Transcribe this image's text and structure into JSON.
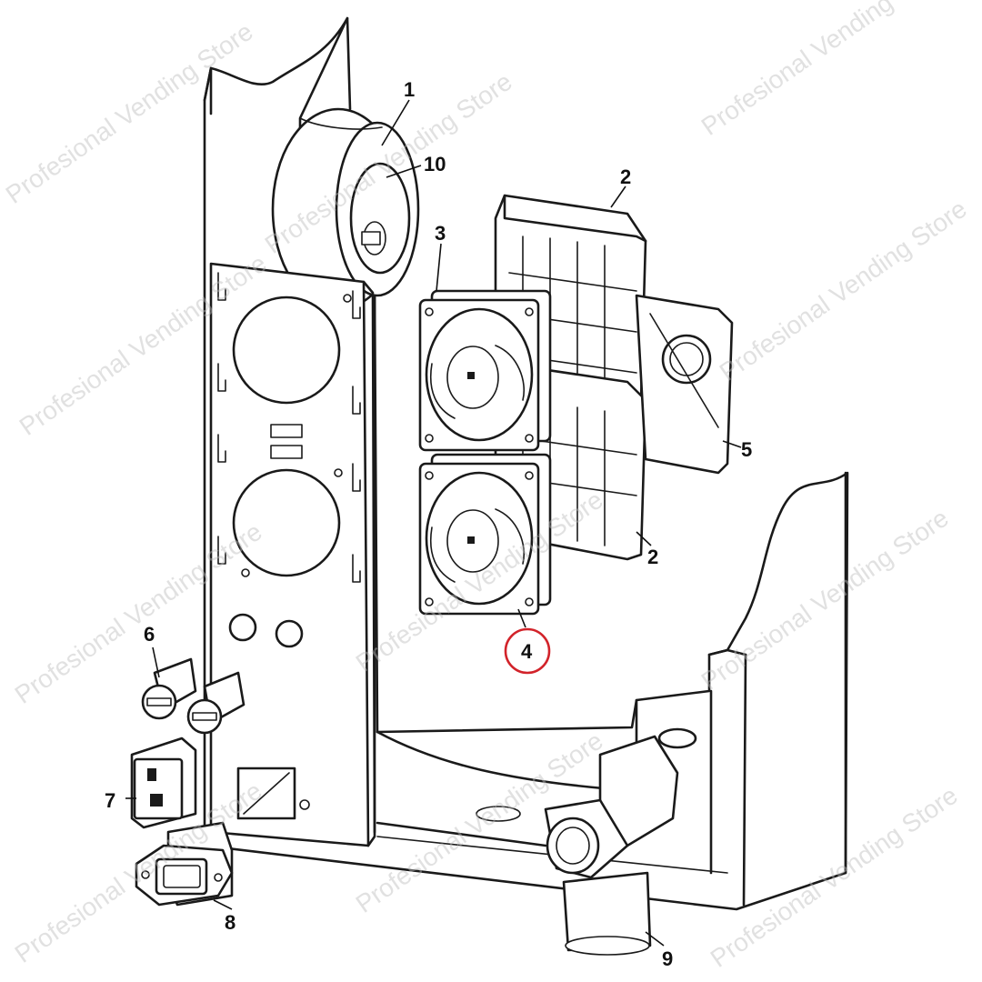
{
  "watermark": {
    "text": "Profesional Vending Store"
  },
  "callouts": [
    {
      "id": "1",
      "label": "1"
    },
    {
      "id": "10",
      "label": "10"
    },
    {
      "id": "2a",
      "label": "2"
    },
    {
      "id": "3",
      "label": "3"
    },
    {
      "id": "5",
      "label": "5"
    },
    {
      "id": "2b",
      "label": "2"
    },
    {
      "id": "4",
      "label": "4",
      "highlighted": true
    },
    {
      "id": "6",
      "label": "6"
    },
    {
      "id": "7",
      "label": "7"
    },
    {
      "id": "8",
      "label": "8"
    },
    {
      "id": "9",
      "label": "9"
    }
  ],
  "colors": {
    "line": "#1a1a1a",
    "highlight": "#d2232a",
    "watermark": "#bdbdbd"
  }
}
